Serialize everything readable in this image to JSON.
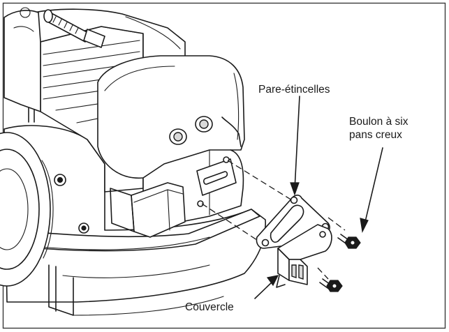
{
  "labels": {
    "spark_arrester": "Pare-étincelles",
    "hex_bolt_line1": "Boulon à six",
    "hex_bolt_line2": "pans creux",
    "cover": "Couvercle"
  },
  "colors": {
    "ink": "#1a1a1a",
    "paper": "#ffffff",
    "frame": "#3a3a3a"
  }
}
